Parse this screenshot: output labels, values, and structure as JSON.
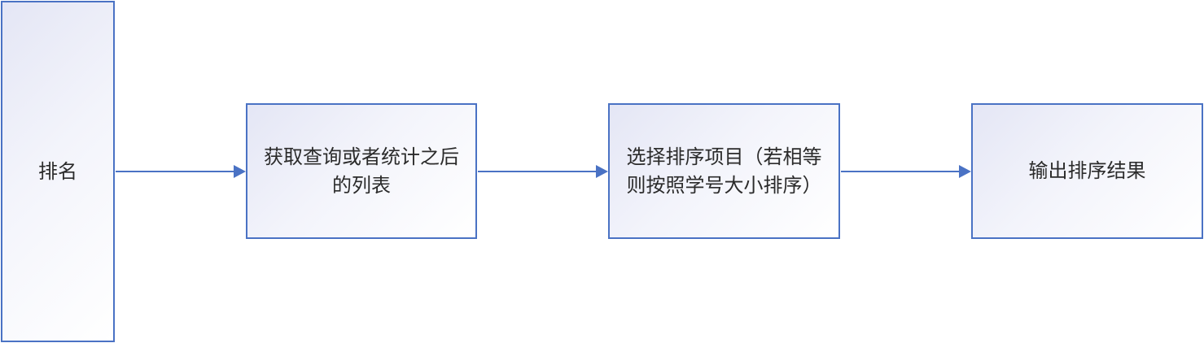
{
  "diagram": {
    "nodes": [
      {
        "id": "rank",
        "label": "排名"
      },
      {
        "id": "fetch",
        "label": "获取查询或者统计之后的列表"
      },
      {
        "id": "select",
        "label": "选择排序项目（若相等则按照学号大小排序）"
      },
      {
        "id": "output",
        "label": "输出排序结果"
      }
    ],
    "edges": [
      {
        "from": "rank",
        "to": "fetch"
      },
      {
        "from": "fetch",
        "to": "select"
      },
      {
        "from": "select",
        "to": "output"
      }
    ]
  },
  "colors": {
    "border": "#4a72c4",
    "arrow": "#4a72c4",
    "text": "#2b2b2b"
  }
}
